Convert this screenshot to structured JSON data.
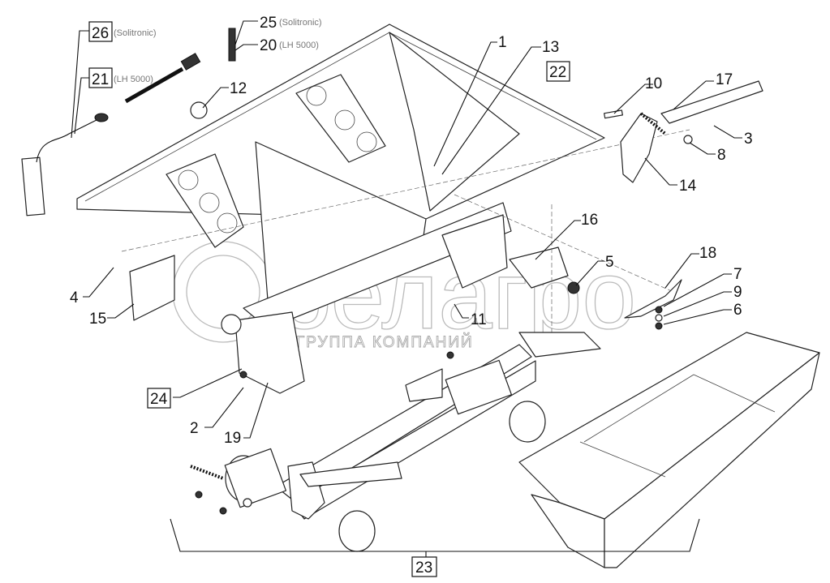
{
  "diagram": {
    "labels": [
      {
        "id": "26",
        "note": "(Solitronic)",
        "boxed": true
      },
      {
        "id": "21",
        "note": "(LH 5000)",
        "boxed": true
      },
      {
        "id": "25",
        "note": "(Solitronic)",
        "boxed": false
      },
      {
        "id": "20",
        "note": "(LH 5000)",
        "boxed": false
      },
      {
        "id": "12",
        "boxed": false
      },
      {
        "id": "1",
        "boxed": false
      },
      {
        "id": "13",
        "boxed": false
      },
      {
        "id": "22",
        "boxed": true
      },
      {
        "id": "10",
        "boxed": false
      },
      {
        "id": "17",
        "boxed": false
      },
      {
        "id": "3",
        "boxed": false
      },
      {
        "id": "8",
        "boxed": false
      },
      {
        "id": "14",
        "boxed": false
      },
      {
        "id": "16",
        "boxed": false
      },
      {
        "id": "5",
        "boxed": false
      },
      {
        "id": "18",
        "boxed": false
      },
      {
        "id": "7",
        "boxed": false
      },
      {
        "id": "9",
        "boxed": false
      },
      {
        "id": "6",
        "boxed": false
      },
      {
        "id": "4",
        "boxed": false
      },
      {
        "id": "15",
        "boxed": false
      },
      {
        "id": "11",
        "boxed": false
      },
      {
        "id": "24",
        "boxed": true
      },
      {
        "id": "2",
        "boxed": false
      },
      {
        "id": "19",
        "boxed": false
      },
      {
        "id": "23",
        "boxed": true
      }
    ]
  },
  "watermark": {
    "logo": "белагро",
    "subtitle": "ГРУППА КОМПАНИЙ"
  }
}
